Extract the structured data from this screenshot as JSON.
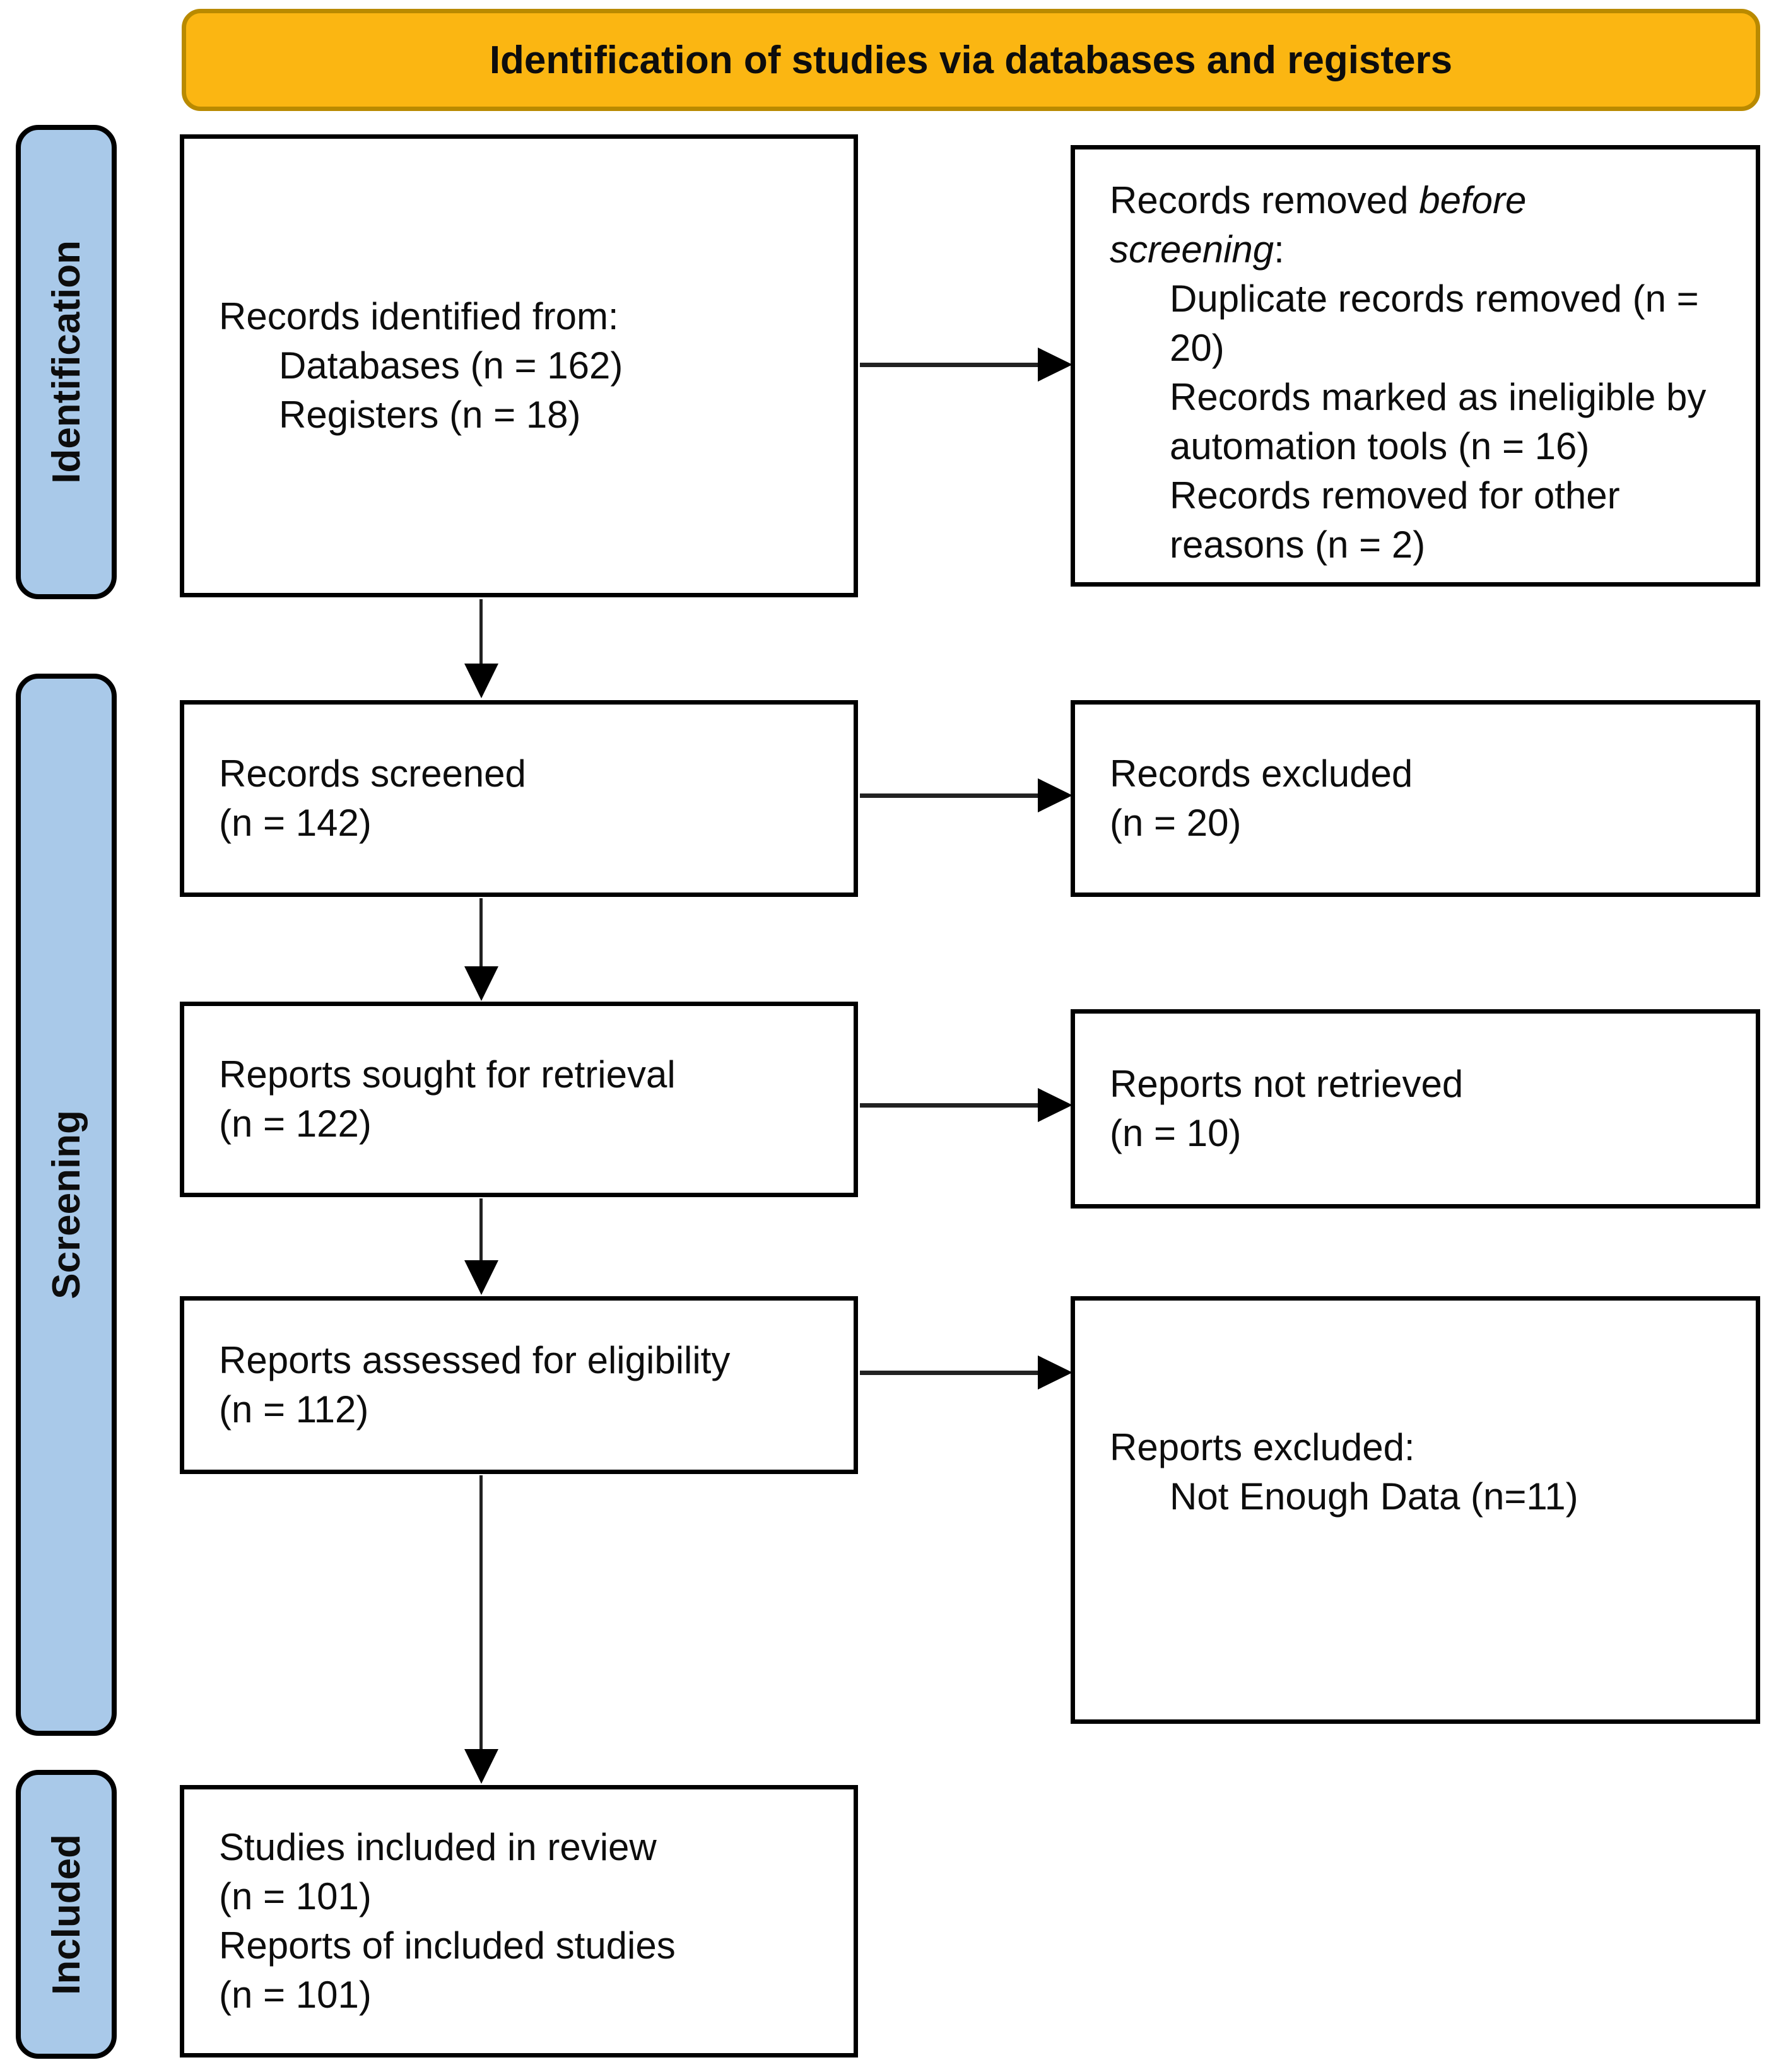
{
  "banner": {
    "title": "Identification of studies via databases and registers"
  },
  "colors": {
    "banner_bg": "#FBB612",
    "banner_border": "#B98A00",
    "sidebar_bg": "#A9C9E9",
    "box_border": "#000000",
    "text": "#0D0D0D"
  },
  "sidebar": {
    "labels": [
      {
        "text": "Identification"
      },
      {
        "text": "Screening"
      },
      {
        "text": "Included"
      }
    ]
  },
  "boxes": {
    "identified": {
      "title": "Records identified from:",
      "items": [
        "Databases (n = 162)",
        "Registers (n = 18)"
      ]
    },
    "removed": {
      "intro_plain": "Records removed ",
      "intro_italic": "before screening",
      "intro_colon": ":",
      "items": [
        "Duplicate records removed (n = 20)",
        "Records marked as ineligible by automation tools (n = 16)",
        "Records removed for other reasons (n = 2)"
      ]
    },
    "screened": {
      "lines": [
        "Records screened",
        "(n = 142)"
      ]
    },
    "excluded": {
      "lines": [
        "Records excluded",
        "(n = 20)"
      ]
    },
    "sought": {
      "lines": [
        "Reports sought for retrieval",
        "(n = 122)"
      ]
    },
    "not_retrieved": {
      "lines": [
        "Reports not retrieved",
        "(n = 10)"
      ]
    },
    "assessed": {
      "lines": [
        "Reports assessed for eligibility",
        "(n = 112)"
      ]
    },
    "reports_excluded": {
      "title": "Reports excluded:",
      "items": [
        "Not Enough Data (n=11)"
      ]
    },
    "included_studies": {
      "lines": [
        "Studies included in review",
        "(n = 101)",
        "Reports of included studies",
        "(n = 101)"
      ]
    }
  }
}
